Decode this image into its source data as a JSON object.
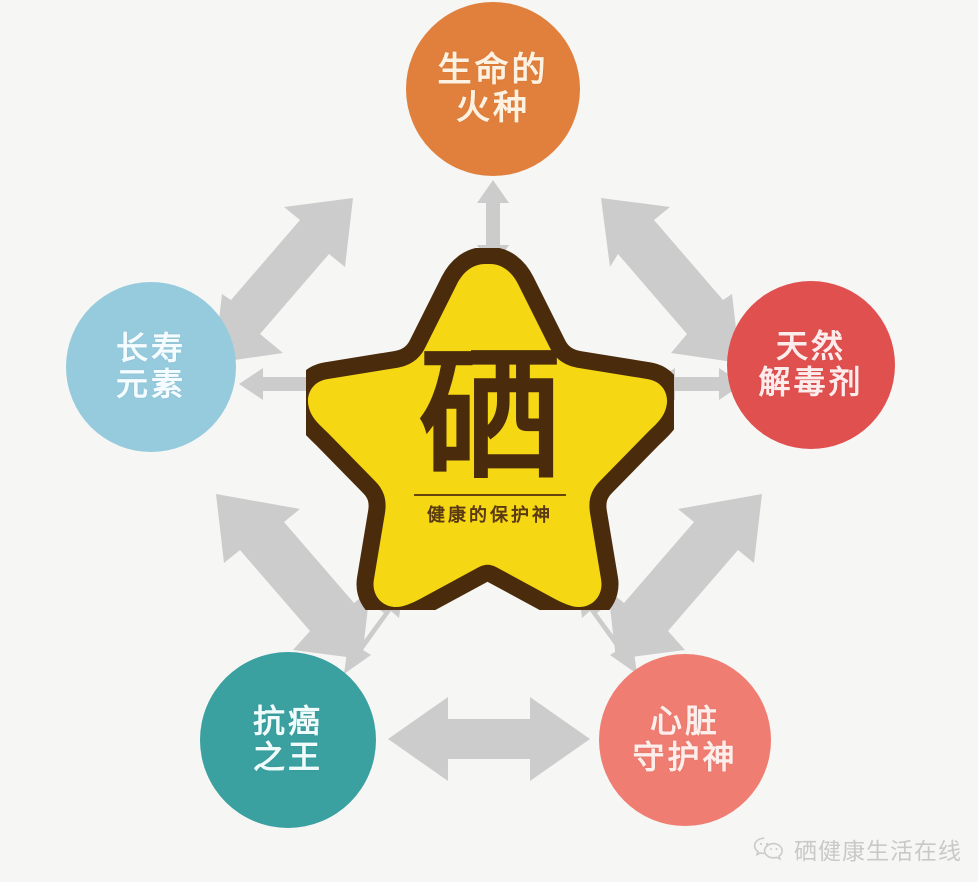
{
  "page": {
    "title": "硒 健康的保护神",
    "background_color": "#f6f6f5"
  },
  "center": {
    "name": "selenium-star",
    "main_text": "硒",
    "sub_text": "健康的保护神",
    "fill_color": "#f6d714",
    "border_color": "#4a2c0d",
    "text_color": "#4a2c0d"
  },
  "nodes": [
    {
      "id": "top",
      "line1": "生命的",
      "line2": "火种",
      "color": "#e1803c",
      "text_color": "#fdf1e2"
    },
    {
      "id": "right",
      "line1": "天然",
      "line2": "解毒剂",
      "color": "#e0504f",
      "text_color": "#fdeceb"
    },
    {
      "id": "bottom-right",
      "line1": "心脏",
      "line2": "守护神",
      "color": "#ef7d71",
      "text_color": "#fdeeeb"
    },
    {
      "id": "bottom-left",
      "line1": "抗癌",
      "line2": "之王",
      "color": "#3aa0a0",
      "text_color": "#f0fbfb"
    },
    {
      "id": "left",
      "line1": "长寿",
      "line2": "元素",
      "color": "#96cbdd",
      "text_color": "#f4fcff"
    }
  ],
  "arrows": {
    "color": "#cccccc",
    "style": "double-headed",
    "spokes": [
      {
        "from": "center",
        "to": "top"
      },
      {
        "from": "center",
        "to": "right"
      },
      {
        "from": "center",
        "to": "bottom-right"
      },
      {
        "from": "center",
        "to": "bottom-left"
      },
      {
        "from": "center",
        "to": "left"
      }
    ],
    "ring": [
      {
        "from": "left",
        "to": "top"
      },
      {
        "from": "top",
        "to": "right"
      },
      {
        "from": "right",
        "to": "bottom-right"
      },
      {
        "from": "bottom-right",
        "to": "bottom-left"
      },
      {
        "from": "bottom-left",
        "to": "left"
      }
    ]
  },
  "watermark": {
    "icon": "wechat-icon",
    "text": "硒健康生活在线",
    "color": "#c9c9c9"
  }
}
